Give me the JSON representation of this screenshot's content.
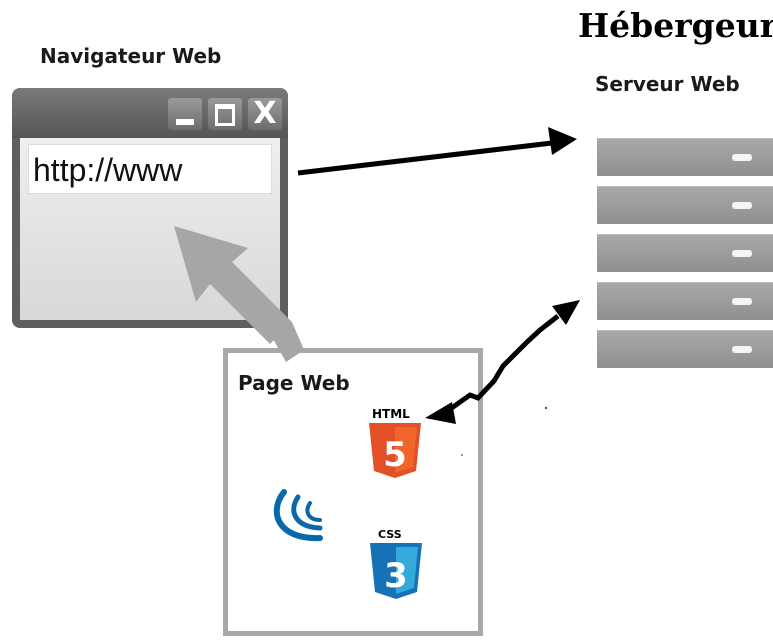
{
  "hosting_title": "Hébergeur",
  "browser": {
    "label": "Navigateur Web",
    "url_text": "http://www",
    "close_glyph": "X"
  },
  "server": {
    "label": "Serveur Web",
    "units": 5
  },
  "webpage": {
    "label": "Page Web",
    "html_badge": "HTML",
    "html_version": "5",
    "css_badge": "CSS",
    "css_version": "3"
  },
  "colors": {
    "html5": "#e34f26",
    "css3": "#1572b6",
    "jquery": "#0868ac",
    "arrow_gray": "#a6a6a6",
    "arrow_black": "#000000"
  },
  "icons": [
    "html5-icon",
    "css3-icon",
    "jquery-icon"
  ]
}
